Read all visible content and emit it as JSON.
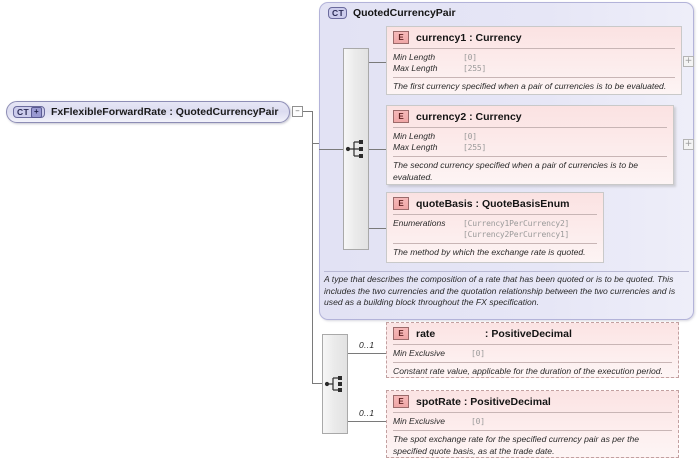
{
  "diagram": {
    "kind": "xsd-schema-diagram",
    "root": {
      "badge": "CT",
      "badge_expander": "+",
      "label": "FxFlexibleForwardRate : QuotedCurrencyPair",
      "toggle": "–"
    },
    "complex_type": {
      "badge": "CT",
      "title": "QuotedCurrencyPair",
      "compositor": "sequence",
      "documentation": "A type that describes the composition of a rate that has been quoted or is to be quoted. This includes the two currencies and the quotation relationship between the two currencies and is used as a building block throughout the FX specification.",
      "elements": [
        {
          "badge": "E",
          "name": "currency1",
          "separator": ":",
          "type": "Currency",
          "facets": [
            {
              "key": "Min Length",
              "value": "[0]"
            },
            {
              "key": "Max Length",
              "value": "[255]"
            }
          ],
          "documentation": "The first currency specified when a pair of currencies is to be evaluated.",
          "expander": "+",
          "optional": false
        },
        {
          "badge": "E",
          "name": "currency2",
          "separator": ":",
          "type": "Currency",
          "facets": [
            {
              "key": "Min Length",
              "value": "[0]"
            },
            {
              "key": "Max Length",
              "value": "[255]"
            }
          ],
          "documentation": "The second currency specified when a pair of currencies is to be evaluated.",
          "expander": "+",
          "optional": false
        },
        {
          "badge": "E",
          "name": "quoteBasis",
          "separator": ":",
          "type": "QuoteBasisEnum",
          "facets": [
            {
              "key": "Enumerations",
              "values": [
                "[Currency1PerCurrency2]",
                "[Currency2PerCurrency1]"
              ]
            }
          ],
          "documentation": "The method by which the exchange rate is quoted.",
          "optional": false
        }
      ]
    },
    "extension": {
      "compositor": "sequence",
      "elements": [
        {
          "badge": "E",
          "name": "rate",
          "separator": ":",
          "type": "PositiveDecimal",
          "cardinality": "0..1",
          "facets": [
            {
              "key": "Min Exclusive",
              "value": "[0]"
            }
          ],
          "documentation": "Constant rate value, applicable for the duration of the execution period.",
          "optional": true
        },
        {
          "badge": "E",
          "name": "spotRate",
          "separator": ":",
          "type": "PositiveDecimal",
          "cardinality": "0..1",
          "facets": [
            {
              "key": "Min Exclusive",
              "value": "[0]"
            }
          ],
          "documentation": "The spot exchange rate for the specified currency pair as per the specified quote basis, as at the trade date.",
          "optional": true
        }
      ]
    },
    "colors": {
      "element_fill": "#fbe2e2",
      "element_badge": "#f2adad",
      "complextype_fill": "#e4e4f5",
      "complextype_badge": "#ccccec",
      "line": "#7a7a7a",
      "facet_value": "#9a9a9a"
    }
  }
}
